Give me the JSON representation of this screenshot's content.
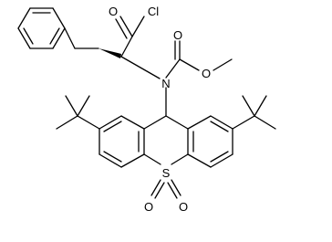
{
  "figure": {
    "type": "chemical-structure",
    "atom_labels": {
      "carbonyl_oxygen": "O",
      "chlorine": "Cl",
      "carbamate_carbonyl_oxygen": "O",
      "carbamate_ester_oxygen": "O",
      "nitrogen": "N",
      "sulfur": "S",
      "sulfone_oxygen_left": "O",
      "sulfone_oxygen_right": "O"
    },
    "colors": {
      "bond": "#000000",
      "text": "#000000",
      "background": "#ffffff"
    }
  }
}
